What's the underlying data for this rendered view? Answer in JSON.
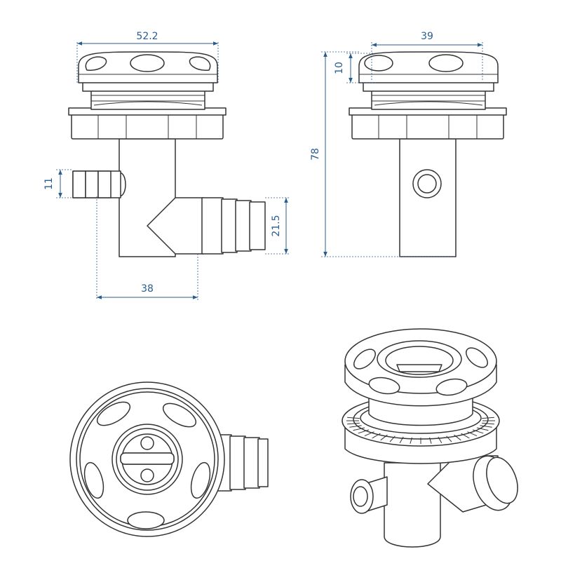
{
  "dimensions": {
    "cap_width": "52.2",
    "cap_width_side": "39",
    "cap_height": "10",
    "total_height": "78",
    "small_barb": "11",
    "large_barb": "21.5",
    "body_width": "38"
  },
  "colors": {
    "dimension": "#2a5d8f",
    "outline": "#333333"
  }
}
